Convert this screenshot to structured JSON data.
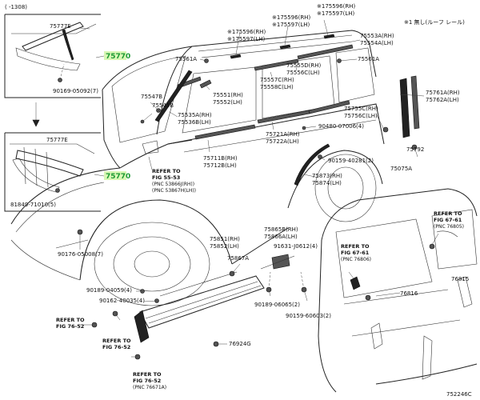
{
  "header": {
    "date_range": "( -1308)",
    "note": "※1 無し(ルーフ レール)"
  },
  "footer": {
    "diagram_id": "752246C"
  },
  "highlighted_part": "75770",
  "labels": {
    "p75777e_a": "75777E",
    "p75770_a": "75770",
    "p90169": "90169-05092(7)",
    "p75777e_b": "75777E",
    "p75770_b": "75770",
    "p81849": "81849-71010(5)",
    "p90176": "90176-05008(7)",
    "p175596rh_a": "※175596(RH)",
    "p175597lh_a": "※175597(LH)",
    "p175596rh_b": "※175596(RH)",
    "p175597lh_b": "※175597(LH)",
    "p75596rh": "※175596(RH)",
    "p75597lh": "※175597(LH)",
    "p75553a": "75553A(RH)",
    "p75554a": "75554A(LH)",
    "p75561a_l": "75561A",
    "p75561a_r": "75561A",
    "p75555d": "75555D(RH)",
    "p75556c": "75556C(LH)",
    "p75557c": "75557C(RH)",
    "p75558c": "75558C(LH)",
    "p75551": "75551(RH)",
    "p75552": "75552(LH)",
    "p75547b": "75547B",
    "p75545b": "75545B",
    "p75535a": "75535A(RH)",
    "p75536b": "75536B(LH)",
    "p75755c": "75755C(RH)",
    "p75756c": "75756C(LH)",
    "p75761a": "75761A(RH)",
    "p75762a": "75762A(LH)",
    "p90480": "90480-07006(4)",
    "p75721a": "75721A(RH)",
    "p75722a": "75722A(LH)",
    "p75792": "75792",
    "p75711b": "75711B(RH)",
    "p75712b": "75712B(LH)",
    "p90159_a": "90159-40281(2)",
    "p75075a": "75075A",
    "p75873": "75873(RH)",
    "p75874": "75874(LH)",
    "p75865b": "75865B(RH)",
    "p75866a": "75866A(LH)",
    "p75851": "75851(RH)",
    "p75852": "75852(LH)",
    "p91631": "91631-J0612(4)",
    "p75867a": "75867A",
    "p90189_a": "90189-04059(4)",
    "p90162": "90162-40035(4)",
    "p90189_b": "90189-06065(2)",
    "p90159_b": "90159-60603(2)",
    "p76924g": "76924G",
    "p76816": "76816",
    "p76815": "76815"
  },
  "references": {
    "ref1": {
      "line1": "REFER TO",
      "line2": "FIG 55-53",
      "line3": "(PNC 53866J(RH))",
      "line4": "(PNC 53867H(LH))"
    },
    "ref2": {
      "line1": "REFER TO",
      "line2": "FIG 67-61",
      "line3": "(PNC 76805)"
    },
    "ref3": {
      "line1": "REFER TO",
      "line2": "FIG 67-61",
      "line3": "(PNC 76806)"
    },
    "ref4": {
      "line1": "REFER TO",
      "line2": "FIG 76-52"
    },
    "ref5": {
      "line1": "REFER TO",
      "line2": "FIG 76-52"
    },
    "ref6": {
      "line1": "REFER TO",
      "line2": "FIG 76-52",
      "line3": "(PNC 76671A)"
    }
  }
}
